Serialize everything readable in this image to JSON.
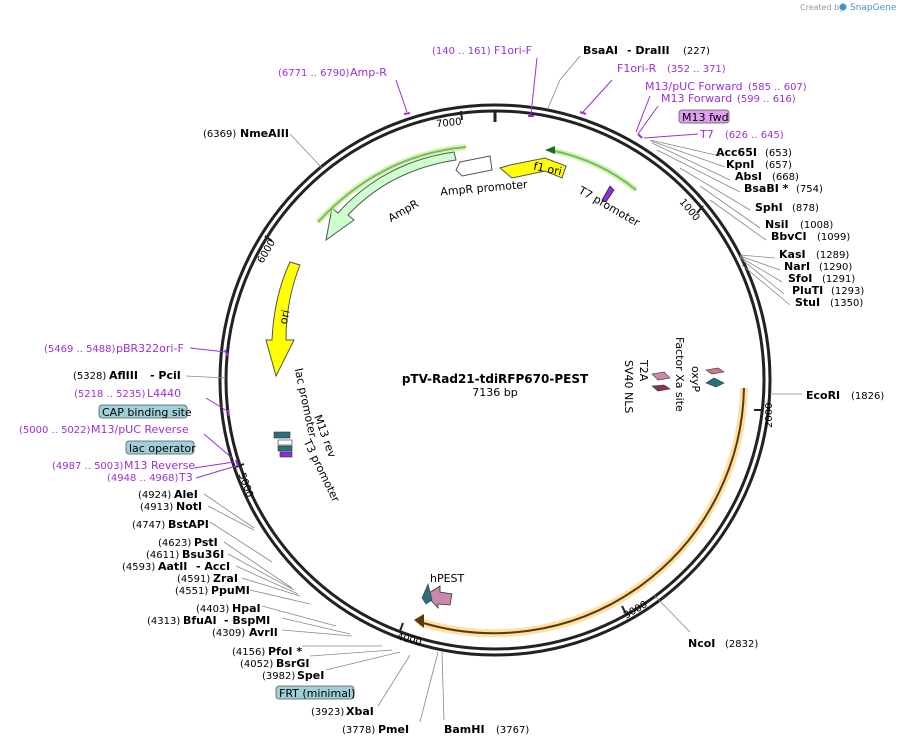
{
  "credit": {
    "prefix": "Created by",
    "brand": "SnapGene"
  },
  "plasmid": {
    "name": "pTV-Rad21-tdiRFP670-PEST",
    "size": 7136,
    "size_label": "7136 bp"
  },
  "ticks": [
    "1000",
    "2000",
    "3000",
    "4000",
    "5000",
    "6000",
    "7000"
  ],
  "enzymes": [
    {
      "label": "BsaAI",
      "label2": "- DraIII",
      "pos": "(227)"
    },
    {
      "label": "Acc65I",
      "pos": "(653)"
    },
    {
      "label": "KpnI",
      "pos": "(657)"
    },
    {
      "label": "AbsI",
      "pos": "(668)"
    },
    {
      "label": "BsaBI *",
      "pos": "(754)"
    },
    {
      "label": "SphI",
      "pos": "(878)"
    },
    {
      "label": "NsiI",
      "pos": "(1008)"
    },
    {
      "label": "BbvCI",
      "pos": "(1099)"
    },
    {
      "label": "KasI",
      "pos": "(1289)"
    },
    {
      "label": "NarI",
      "pos": "(1290)"
    },
    {
      "label": "SfoI",
      "pos": "(1291)"
    },
    {
      "label": "PluTI",
      "pos": "(1293)"
    },
    {
      "label": "StuI",
      "pos": "(1350)"
    },
    {
      "label": "EcoRI",
      "pos": "(1826)"
    },
    {
      "label": "NcoI",
      "pos": "(2832)"
    },
    {
      "label": "BamHI",
      "pos": "(3767)"
    },
    {
      "label": "PmeI",
      "pos": "(3778)"
    },
    {
      "label": "XbaI",
      "pos": "(3923)"
    },
    {
      "label": "SpeI",
      "pos": "(3982)"
    },
    {
      "label": "BsrGI",
      "pos": "(4052)"
    },
    {
      "label": "PfoI *",
      "pos": "(4156)"
    },
    {
      "label": "AvrII",
      "pos": "(4309)"
    },
    {
      "label": "BfuAI",
      "label2": "- BspMI",
      "pos": "(4313)"
    },
    {
      "label": "HpaI",
      "pos": "(4403)"
    },
    {
      "label": "PpuMI",
      "pos": "(4551)"
    },
    {
      "label": "ZraI",
      "pos": "(4591)"
    },
    {
      "label": "AatII",
      "label2": "- AccI",
      "pos": "(4593)"
    },
    {
      "label": "Bsu36I",
      "pos": "(4611)"
    },
    {
      "label": "PstI",
      "pos": "(4623)"
    },
    {
      "label": "BstAPI",
      "pos": "(4747)"
    },
    {
      "label": "NotI",
      "pos": "(4913)"
    },
    {
      "label": "AleI",
      "pos": "(4924)"
    },
    {
      "label": "AflIII",
      "label2": "- PciI",
      "pos": "(5328)"
    },
    {
      "label": "NmeAIII",
      "pos": "(6369)"
    }
  ],
  "primers": [
    {
      "label": "F1ori-F",
      "pos": "(140 .. 161)"
    },
    {
      "label": "F1ori-R",
      "pos": "(352 .. 371)"
    },
    {
      "label": "M13/pUC Forward",
      "pos": "(585 .. 607)"
    },
    {
      "label": "M13 Forward",
      "pos": "(599 .. 616)"
    },
    {
      "label": "T7",
      "pos": "(626 .. 645)"
    },
    {
      "label": "Amp-R",
      "pos": "(6771 .. 6790)"
    },
    {
      "label": "pBR322ori-F",
      "pos": "(5469 .. 5488)"
    },
    {
      "label": "L4440",
      "pos": "(5218 .. 5235)"
    },
    {
      "label": "M13/pUC Reverse",
      "pos": "(5000 .. 5022)"
    },
    {
      "label": "M13 Reverse",
      "pos": "(4987 .. 5003)"
    },
    {
      "label": "T3",
      "pos": "(4948 .. 4968)"
    }
  ],
  "boxed": [
    "M13 fwd",
    "CAP binding site",
    "lac operator",
    "FRT (minimal)"
  ],
  "features": [
    "f1 ori",
    "AmpR promoter",
    "AmpR",
    "ori",
    "T7 promoter",
    "lac promoter",
    "M13 rev",
    "T3 promoter",
    "hPEST",
    "Factor Xa site",
    "oxyP",
    "T2A",
    "SV40 NLS"
  ],
  "colors": {
    "primer": "#9b30d9",
    "backbone": "#222222",
    "ori": "#ffff00",
    "ampr": "#ccffcc",
    "promoter": "#ffffff",
    "gene_outline": "#ffd27a",
    "boxed_purple": "#e0a0f0",
    "boxed_teal": "#9fd0d8"
  }
}
